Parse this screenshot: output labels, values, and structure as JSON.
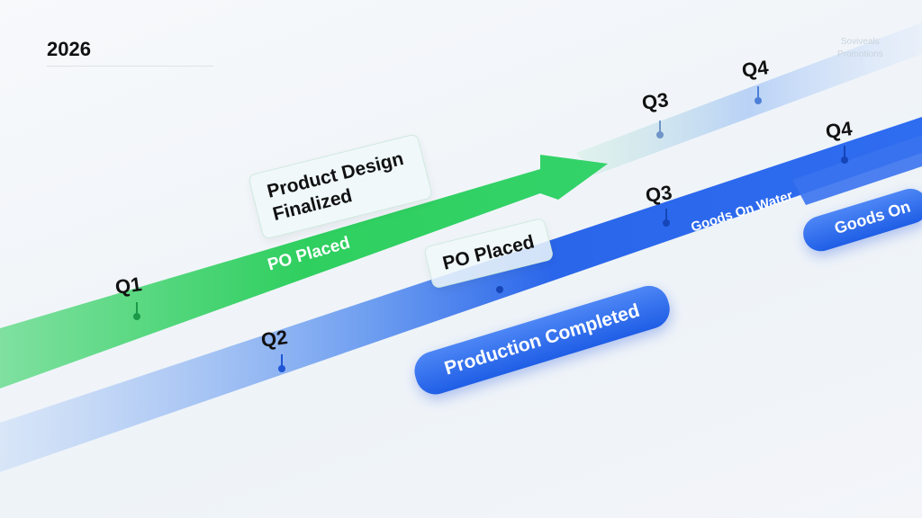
{
  "header": {
    "year": "2026"
  },
  "watermark": {
    "line1": "Soviveals",
    "line2": "Promotions"
  },
  "quarters": {
    "green_q1": "Q1",
    "blue_q2": "Q2",
    "blue_q3": "Q3",
    "blue_q4": "Q4",
    "top_q3": "Q3",
    "top_q4": "Q4"
  },
  "milestones": {
    "product_design": "Product Design Finalized",
    "po_placed_green": "PO Placed",
    "po_placed_blue": "PO Placed",
    "production_completed": "Production Completed",
    "goods_on_water": "Goods On Water",
    "goods_on_partial": "Goods On"
  },
  "colors": {
    "green": "#2ecc5e",
    "blue": "#2563eb",
    "light_blue": "#a9c6f5"
  }
}
